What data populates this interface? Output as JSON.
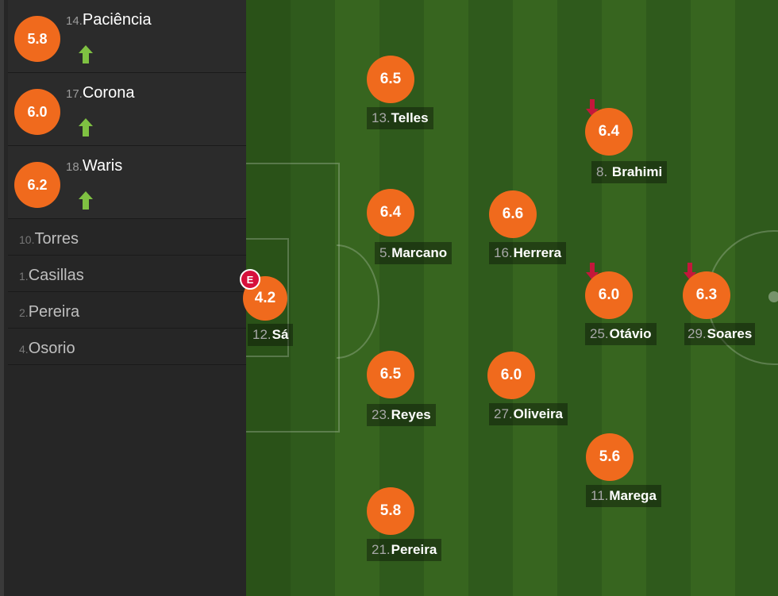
{
  "colors": {
    "rating_orange": "#f06a1d",
    "pitch_dark": "#2f5a1c",
    "pitch_light": "#3a6825",
    "arrow_up": "#7fc142",
    "arrow_down": "#c4173b"
  },
  "substitutes_in": [
    {
      "num": "14.",
      "name": "Paciência",
      "rating": "5.8",
      "icon": "arrow-up-icon"
    },
    {
      "num": "17.",
      "name": "Corona",
      "rating": "6.0",
      "icon": "arrow-up-icon"
    },
    {
      "num": "18.",
      "name": "Waris",
      "rating": "6.2",
      "icon": "arrow-up-icon"
    }
  ],
  "bench": [
    {
      "num": "10.",
      "name": "Torres"
    },
    {
      "num": "1.",
      "name": "Casillas"
    },
    {
      "num": "2.",
      "name": "Pereira"
    },
    {
      "num": "4.",
      "name": "Osorio"
    }
  ],
  "players": [
    {
      "num": "12.",
      "name": "Sá",
      "rating": "4.2",
      "badge": "E"
    },
    {
      "num": "13.",
      "name": "Telles",
      "rating": "6.5"
    },
    {
      "num": "5.",
      "name": "Marcano",
      "rating": "6.4"
    },
    {
      "num": "23.",
      "name": "Reyes",
      "rating": "6.5"
    },
    {
      "num": "21.",
      "name": "Pereira",
      "rating": "5.8"
    },
    {
      "num": "16.",
      "name": "Herrera",
      "rating": "6.6"
    },
    {
      "num": "27.",
      "name": "Oliveira",
      "rating": "6.0"
    },
    {
      "num": "8.",
      "name": "Brahimi",
      "rating": "6.4",
      "icon": "arrow-down-icon"
    },
    {
      "num": "25.",
      "name": "Otávio",
      "rating": "6.0",
      "icon": "arrow-down-icon"
    },
    {
      "num": "11.",
      "name": "Marega",
      "rating": "5.6"
    },
    {
      "num": "29.",
      "name": "Soares",
      "rating": "6.3",
      "icon": "arrow-down-icon"
    }
  ]
}
